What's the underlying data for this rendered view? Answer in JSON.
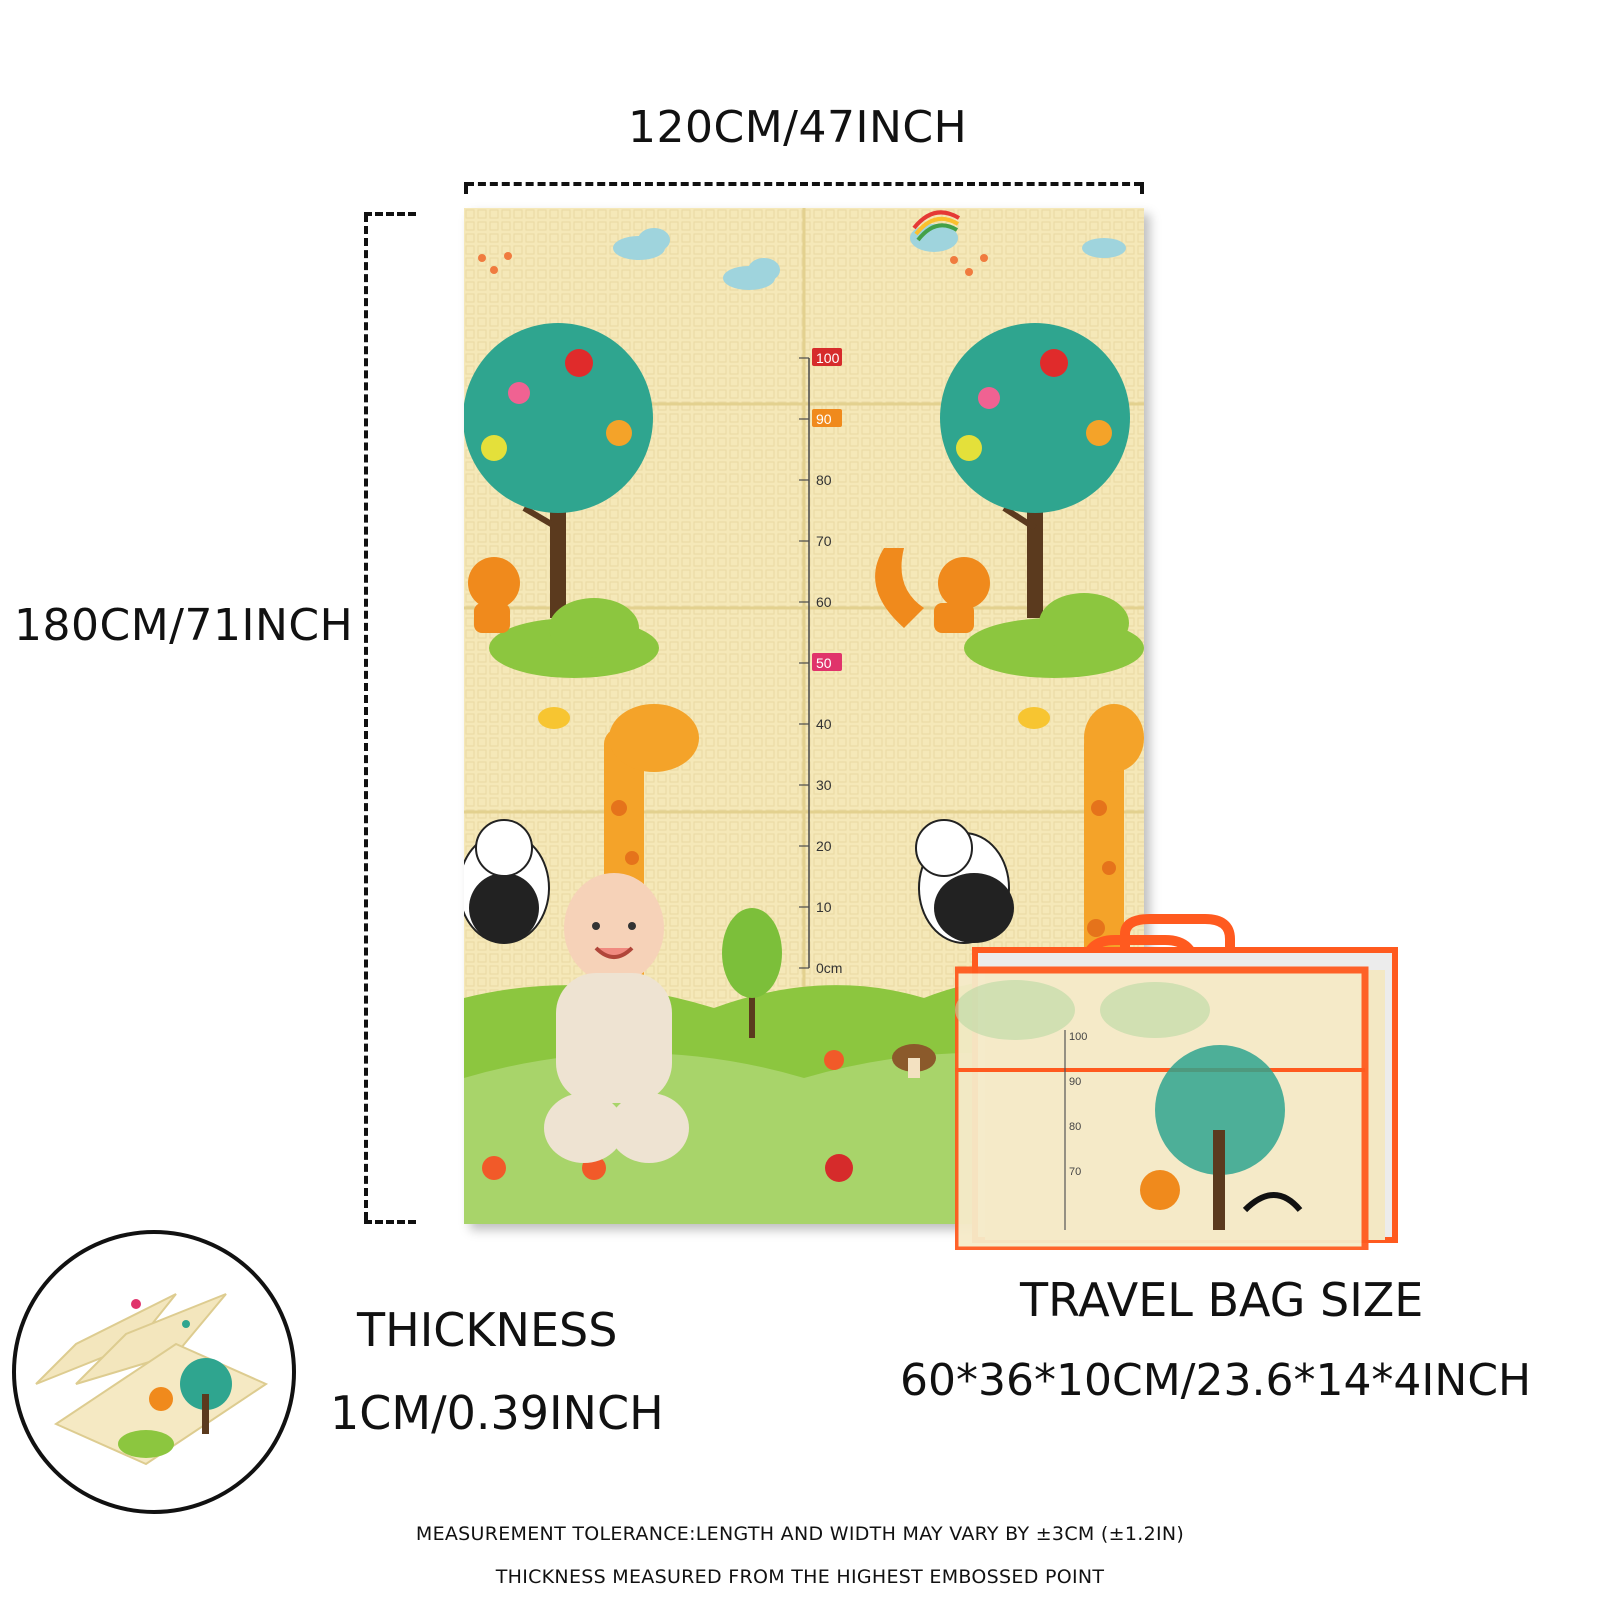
{
  "dimensions": {
    "width_label": "120CM/47INCH",
    "height_label": "180CM/71INCH"
  },
  "mat": {
    "ruler_labels": [
      "100",
      "90",
      "80",
      "70",
      "60",
      "50",
      "40",
      "30",
      "20",
      "10",
      "0cm"
    ],
    "highlight_colors": {
      "100": "#d62b2b",
      "90": "#f08a1c",
      "50": "#e0336b"
    }
  },
  "thickness": {
    "title": "THICKNESS",
    "value": "1CM/0.39INCH"
  },
  "travel_bag": {
    "title": "TRAVEL BAG SIZE",
    "value": "60*36*10CM/23.6*14*4INCH",
    "ruler_labels": [
      "100",
      "90",
      "80",
      "70"
    ]
  },
  "notes": {
    "line1": "MEASUREMENT TOLERANCE:LENGTH AND WIDTH MAY VARY BY ±3CM (±1.2IN)",
    "line2": "THICKNESS MEASURED FROM THE HIGHEST EMBOSSED POINT"
  },
  "colors": {
    "mat_bg": "#f5e8b8",
    "grass": "#8cc63f",
    "tree_canopy": "#2fa58f",
    "bag_trim": "#ff5a1f"
  }
}
